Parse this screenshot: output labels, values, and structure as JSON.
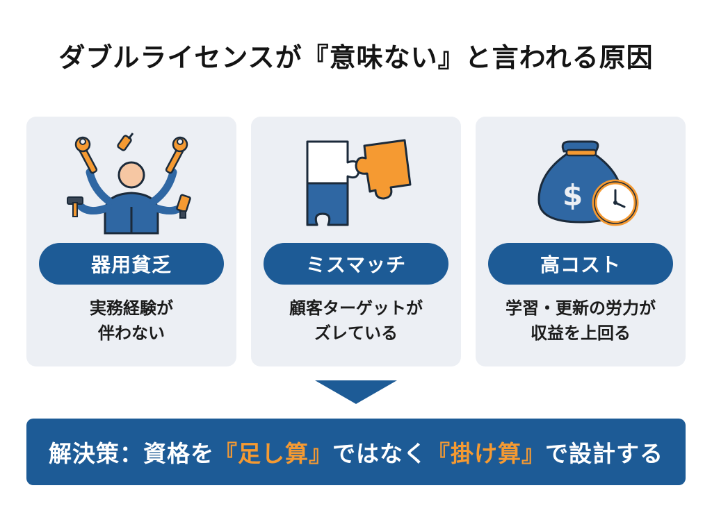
{
  "title": "ダブルライセンスが『意味ない』と言われる原因",
  "colors": {
    "primary_blue": "#1d5b96",
    "accent_orange": "#f59a32",
    "card_bg": "#eceff4"
  },
  "cards": [
    {
      "icon": "multitasking-person-icon",
      "label": "器用貧乏",
      "desc_lines": [
        "実務経験が",
        "伴わない"
      ]
    },
    {
      "icon": "puzzle-pieces-icon",
      "label": "ミスマッチ",
      "desc_lines": [
        "顧客ターゲットが",
        "ズレている"
      ]
    },
    {
      "icon": "money-bag-clock-icon",
      "label": "高コスト",
      "desc_lines": [
        "学習・更新の労力が",
        "収益を上回る"
      ]
    }
  ],
  "arrow_icon": "down-arrow-icon",
  "banner": {
    "part1": "解決策：資格を",
    "highlight1": "『足し算』",
    "part2": "ではなく",
    "highlight2": "『掛け算』",
    "part3": "で設計する"
  }
}
